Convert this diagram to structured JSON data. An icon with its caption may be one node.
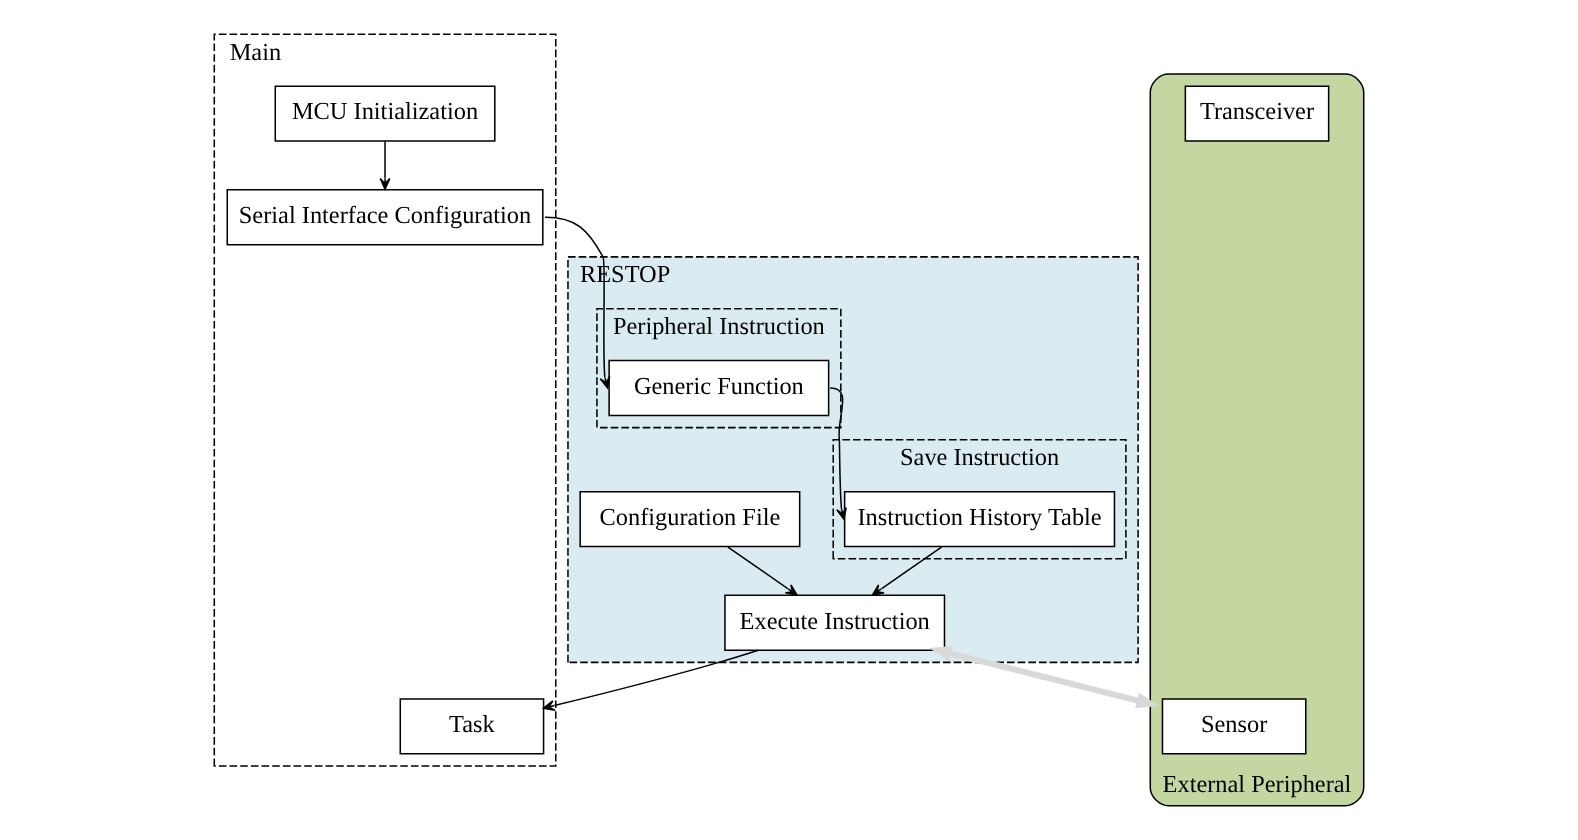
{
  "diagram": {
    "nodes": [
      {
        "text": [
          "Main"
        ]
      },
      {
        "text": [
          "MCU Initialization"
        ],
        "in": 0
      },
      {
        "text": [
          "Serial Interface Configuration"
        ],
        "in": 0
      },
      {
        "text": [
          "Task"
        ],
        "in": 0
      },
      {
        "text": [
          "RESTOP"
        ]
      },
      {
        "text": [
          "Peripheral Instruction"
        ],
        "in": 4
      },
      {
        "text": [
          "Generic Function"
        ],
        "in": 5
      },
      {
        "text": [
          "Save Instruction"
        ],
        "in": 4
      },
      {
        "text": [
          "Instruction History Table"
        ],
        "in": 7
      },
      {
        "text": [
          "Execute Instruction"
        ],
        "in": 4
      },
      {
        "text": [
          "Configuration File"
        ],
        "in": 4
      },
      {
        "text": [
          "External Peripheral"
        ]
      },
      {
        "text": [
          "Sensor"
        ],
        "in": 11
      },
      {
        "text": [
          "Transceiver"
        ],
        "in": 11
      }
    ],
    "edges": [
      {
        "from": 1,
        "to": 2,
        "arrow": "to"
      },
      {
        "from": 2,
        "to": 6,
        "arrow": "to"
      },
      {
        "from": 6,
        "to": 8,
        "arrow": "to"
      },
      {
        "from": 8,
        "to": 9,
        "arrow": "to"
      },
      {
        "from": 10,
        "to": 9,
        "arrow": "to"
      },
      {
        "from": 9,
        "to": 3,
        "arrow": "to"
      },
      {
        "from": 9,
        "to": 11,
        "arrow": "both",
        "style": "thick",
        "color": "#d9d9d9"
      }
    ]
  }
}
